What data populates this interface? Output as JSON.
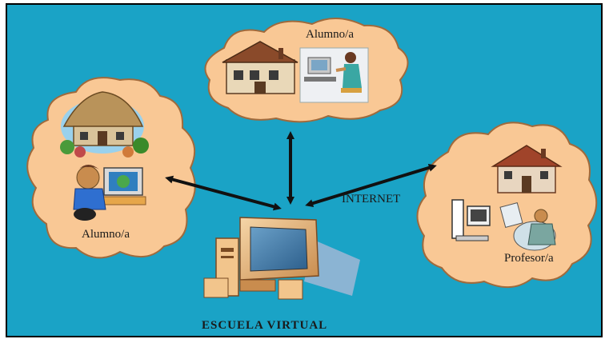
{
  "labels": {
    "top_student": "Alumno/a",
    "left_student": "Alumno/a",
    "teacher": "Profesor/a",
    "network": "INTERNET",
    "center": "ESCUELA VIRTUAL"
  },
  "colors": {
    "background": "#1aa3c6",
    "cloud_fill": "#f9c895",
    "cloud_stroke": "#a06a3c",
    "arrow": "#111111"
  },
  "icons": {
    "top_cloud": [
      "house-icon",
      "student-at-computer-icon"
    ],
    "left_cloud": [
      "thatched-house-icon",
      "student-at-computer-icon"
    ],
    "right_cloud": [
      "house-icon",
      "computer-icon",
      "teacher-icon"
    ],
    "center": "computer-icon"
  }
}
